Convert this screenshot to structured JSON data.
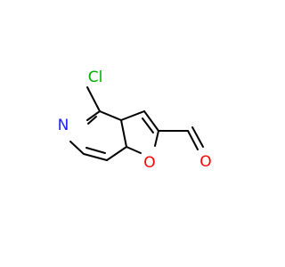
{
  "molecule": {
    "atoms": {
      "chlorine": "Cl",
      "nitrogen": "N",
      "ring_oxygen": "O",
      "aldehyde_oxygen": "O"
    },
    "colors": {
      "bond": "#000000",
      "chlorine": "#00b000",
      "nitrogen": "#2020ff",
      "oxygen": "#ff0000"
    }
  }
}
